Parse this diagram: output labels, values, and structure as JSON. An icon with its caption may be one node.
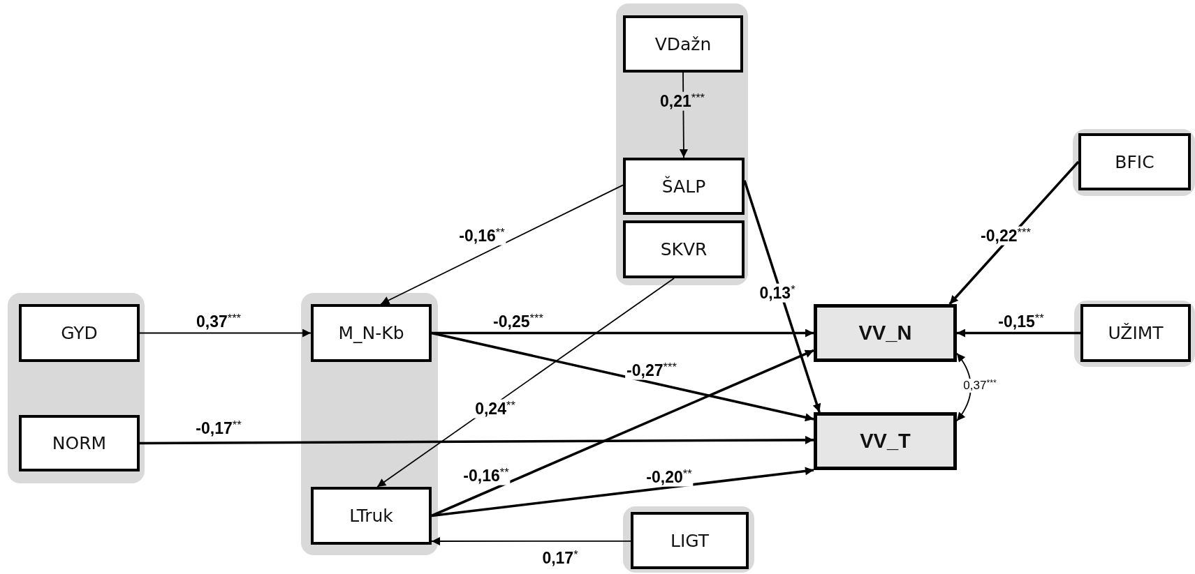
{
  "diagram": {
    "nodes": [
      {
        "text": [],
        "shape": "box"
      },
      {
        "text": [
          "GYD"
        ],
        "in": 0
      },
      {
        "text": [
          "NORM"
        ],
        "in": 0
      },
      {
        "text": [],
        "shape": "box"
      },
      {
        "text": [
          "M_N-Kb"
        ],
        "in": 3
      },
      {
        "text": [
          "LTruk"
        ],
        "in": 3
      },
      {
        "text": [],
        "shape": "box"
      },
      {
        "text": [
          "VDažn"
        ],
        "in": 6
      },
      {
        "text": [
          "ŠALP"
        ],
        "in": 6
      },
      {
        "text": [
          "SKVR"
        ],
        "in": 6
      },
      {
        "text": [],
        "shape": "box"
      },
      {
        "text": [
          "BFIC"
        ],
        "in": 10
      },
      {
        "text": [],
        "shape": "box"
      },
      {
        "text": [
          "UŽIMT"
        ],
        "in": 12
      },
      {
        "text": [
          "VV_N"
        ]
      },
      {
        "text": [
          "VV_T"
        ]
      },
      {
        "text": [],
        "shape": "box"
      },
      {
        "text": [
          "LIGT"
        ],
        "in": 16
      }
    ],
    "edges": [
      {
        "from": 7,
        "to": 8,
        "arrow": "to",
        "label": "0,21$^{***}$"
      },
      {
        "from": 8,
        "to": 4,
        "arrow": "to",
        "label": "-0,16$^{**}$"
      },
      {
        "from": 8,
        "to": 15,
        "arrow": "to",
        "label": "0,13$^{*}$"
      },
      {
        "from": 9,
        "to": 5,
        "arrow": "to",
        "label": "0,24$^{**}$"
      },
      {
        "from": 1,
        "to": 4,
        "arrow": "to",
        "label": "0,37$^{***}$"
      },
      {
        "from": 2,
        "to": 15,
        "arrow": "to",
        "label": "-0,17$^{**}$"
      },
      {
        "from": 4,
        "to": 14,
        "arrow": "to",
        "label": "-0,25$^{***}$"
      },
      {
        "from": 4,
        "to": 15,
        "arrow": "to",
        "label": "-0,27$^{***}$"
      },
      {
        "from": 5,
        "to": 14,
        "arrow": "to",
        "label": "-0,16$^{**}$"
      },
      {
        "from": 5,
        "to": 15,
        "arrow": "to",
        "label": "-0,20$^{**}$"
      },
      {
        "from": 17,
        "to": 5,
        "arrow": "to",
        "label": "0,17$^{*}$"
      },
      {
        "from": 11,
        "to": 14,
        "arrow": "to",
        "label": "-0,22$^{***}$"
      },
      {
        "from": 13,
        "to": 14,
        "arrow": "to",
        "label": "-0,15$^{**}$"
      },
      {
        "from": 14,
        "to": 15,
        "arrow": "both",
        "label": "0,37$^{***}$"
      }
    ]
  }
}
